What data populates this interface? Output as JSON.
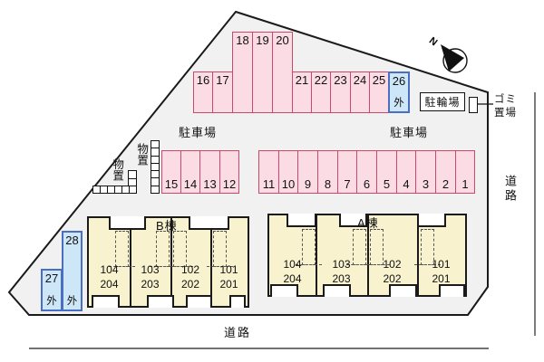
{
  "colors": {
    "site_fill": "#F1F1F1",
    "site_border": "#1A1A1A",
    "parking_fill": "#FBDCE4",
    "parking_border": "#C84A6A",
    "reserved_fill": "#CDE7F8",
    "reserved_border": "#4A6FC0",
    "building_fill": "#F8F2CE"
  },
  "north_arrow": {
    "label": "N"
  },
  "facilities": {
    "bicycle_parking": "駐輪場",
    "garbage": {
      "line1": "ゴミ",
      "line2": "置場"
    },
    "storage_upper": "物置",
    "storage_lower": "物置"
  },
  "areas": {
    "parking_label_left": "駐車場",
    "parking_label_right": "駐車場",
    "road_right": "道路",
    "road_bottom": "道路"
  },
  "parking": {
    "row_16_17": [
      {
        "num": "16"
      },
      {
        "num": "17"
      }
    ],
    "row_18_20": [
      {
        "num": "18"
      },
      {
        "num": "19"
      },
      {
        "num": "20"
      }
    ],
    "row_21_26": [
      {
        "num": "21"
      },
      {
        "num": "22"
      },
      {
        "num": "23"
      },
      {
        "num": "24"
      },
      {
        "num": "25"
      },
      {
        "num": "26",
        "tag": "外"
      }
    ],
    "row_15_12": [
      {
        "num": "15"
      },
      {
        "num": "14"
      },
      {
        "num": "13"
      },
      {
        "num": "12"
      }
    ],
    "row_11_1": [
      {
        "num": "11"
      },
      {
        "num": "10"
      },
      {
        "num": "9"
      },
      {
        "num": "8"
      },
      {
        "num": "7"
      },
      {
        "num": "6"
      },
      {
        "num": "5"
      },
      {
        "num": "4"
      },
      {
        "num": "3"
      },
      {
        "num": "2"
      },
      {
        "num": "1"
      }
    ],
    "side": [
      {
        "num": "28",
        "tag": "外"
      },
      {
        "num": "27",
        "tag": "外"
      }
    ]
  },
  "buildings": {
    "b": {
      "name": "B棟",
      "units": [
        {
          "f1": "104",
          "f2": "204"
        },
        {
          "f1": "103",
          "f2": "203"
        },
        {
          "f1": "102",
          "f2": "202"
        },
        {
          "f1": "101",
          "f2": "201"
        }
      ]
    },
    "a": {
      "name": "A棟",
      "units": [
        {
          "f1": "104",
          "f2": "204"
        },
        {
          "f1": "103",
          "f2": "203"
        },
        {
          "f1": "102",
          "f2": "202"
        },
        {
          "f1": "101",
          "f2": "201"
        }
      ]
    }
  }
}
